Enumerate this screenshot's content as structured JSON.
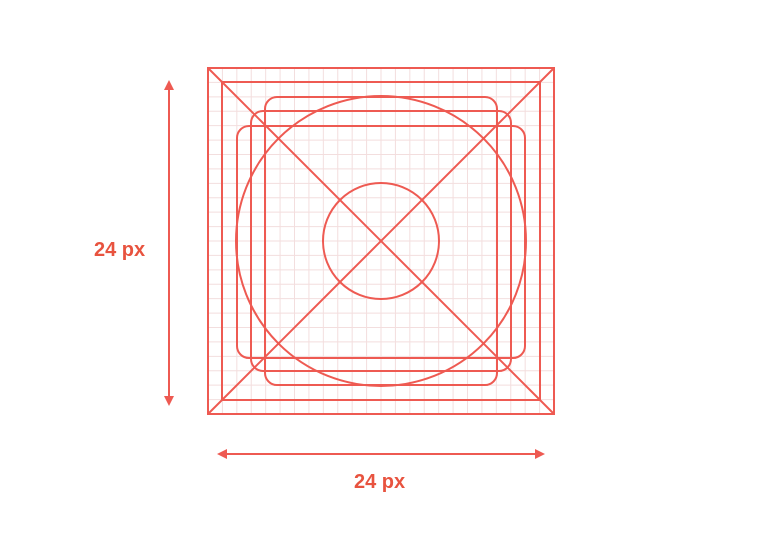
{
  "colors": {
    "stroke": "#ee5a52",
    "label": "#e8533f",
    "grid": "#f3dede"
  },
  "dimensions": {
    "height_label": "24 px",
    "width_label": "24 px"
  },
  "grid": {
    "units": 24
  }
}
